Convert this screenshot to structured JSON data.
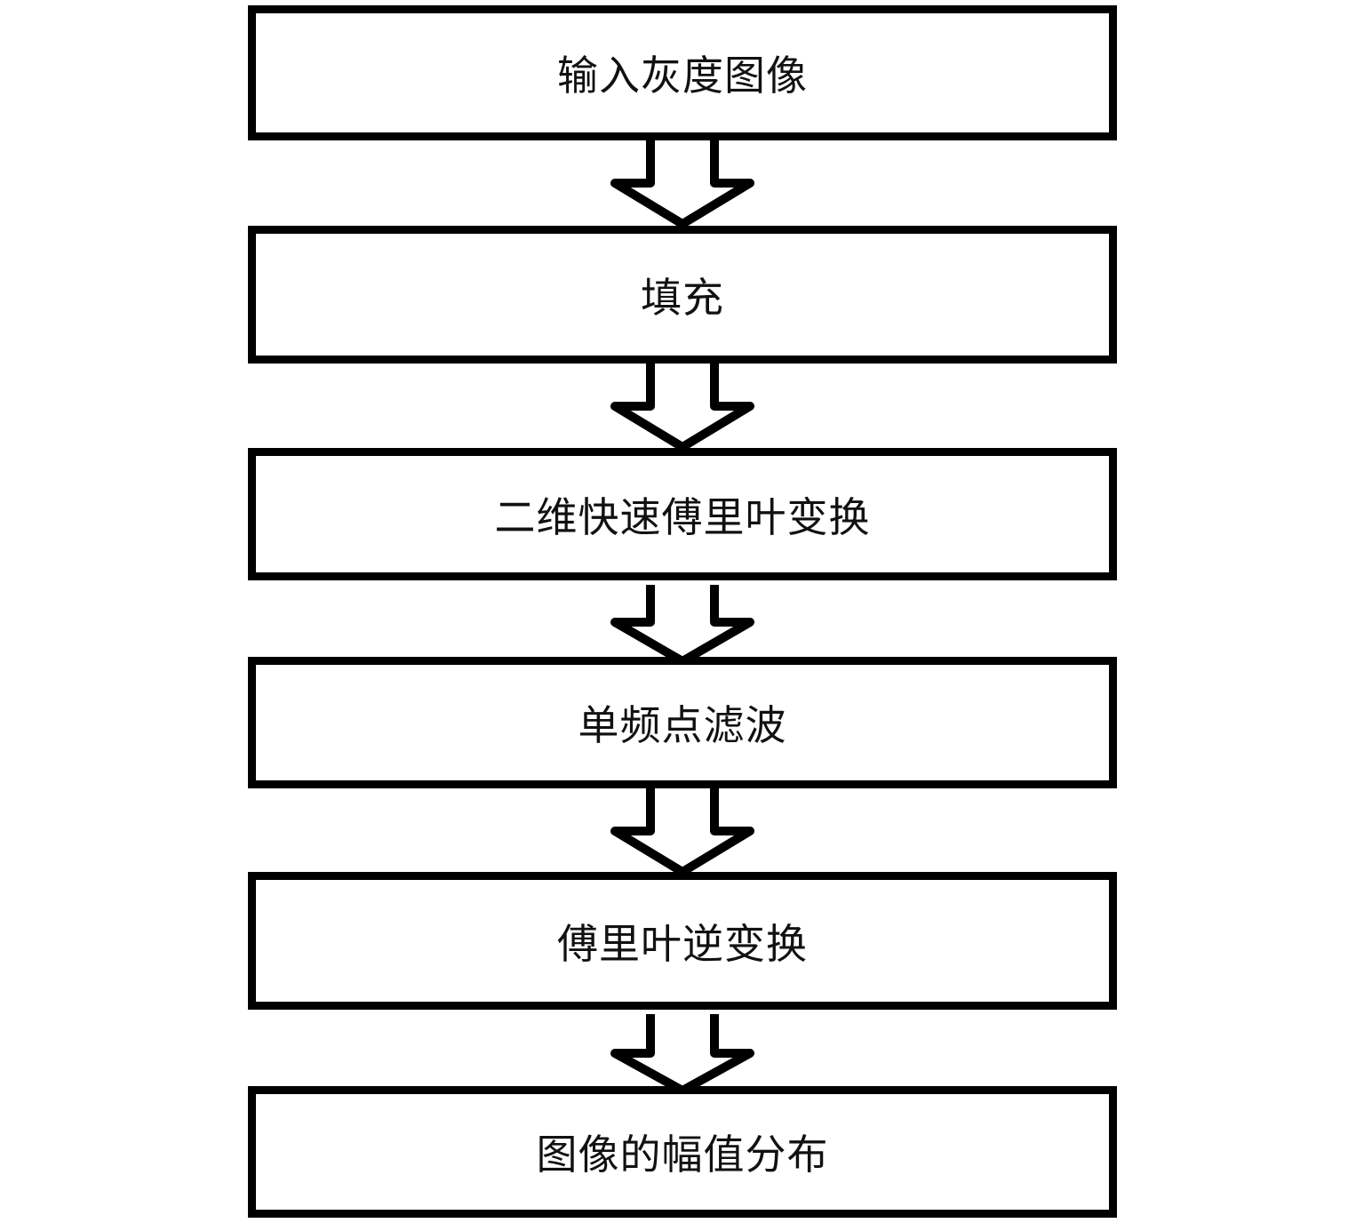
{
  "flowchart": {
    "steps": [
      {
        "label": "输入灰度图像"
      },
      {
        "label": "填充"
      },
      {
        "label": "二维快速傅里叶变换"
      },
      {
        "label": "单频点滤波"
      },
      {
        "label": "傅里叶逆变换"
      },
      {
        "label": "图像的幅值分布"
      }
    ]
  },
  "colors": {
    "stroke": "#000000",
    "background": "#ffffff",
    "text": "#111111"
  }
}
